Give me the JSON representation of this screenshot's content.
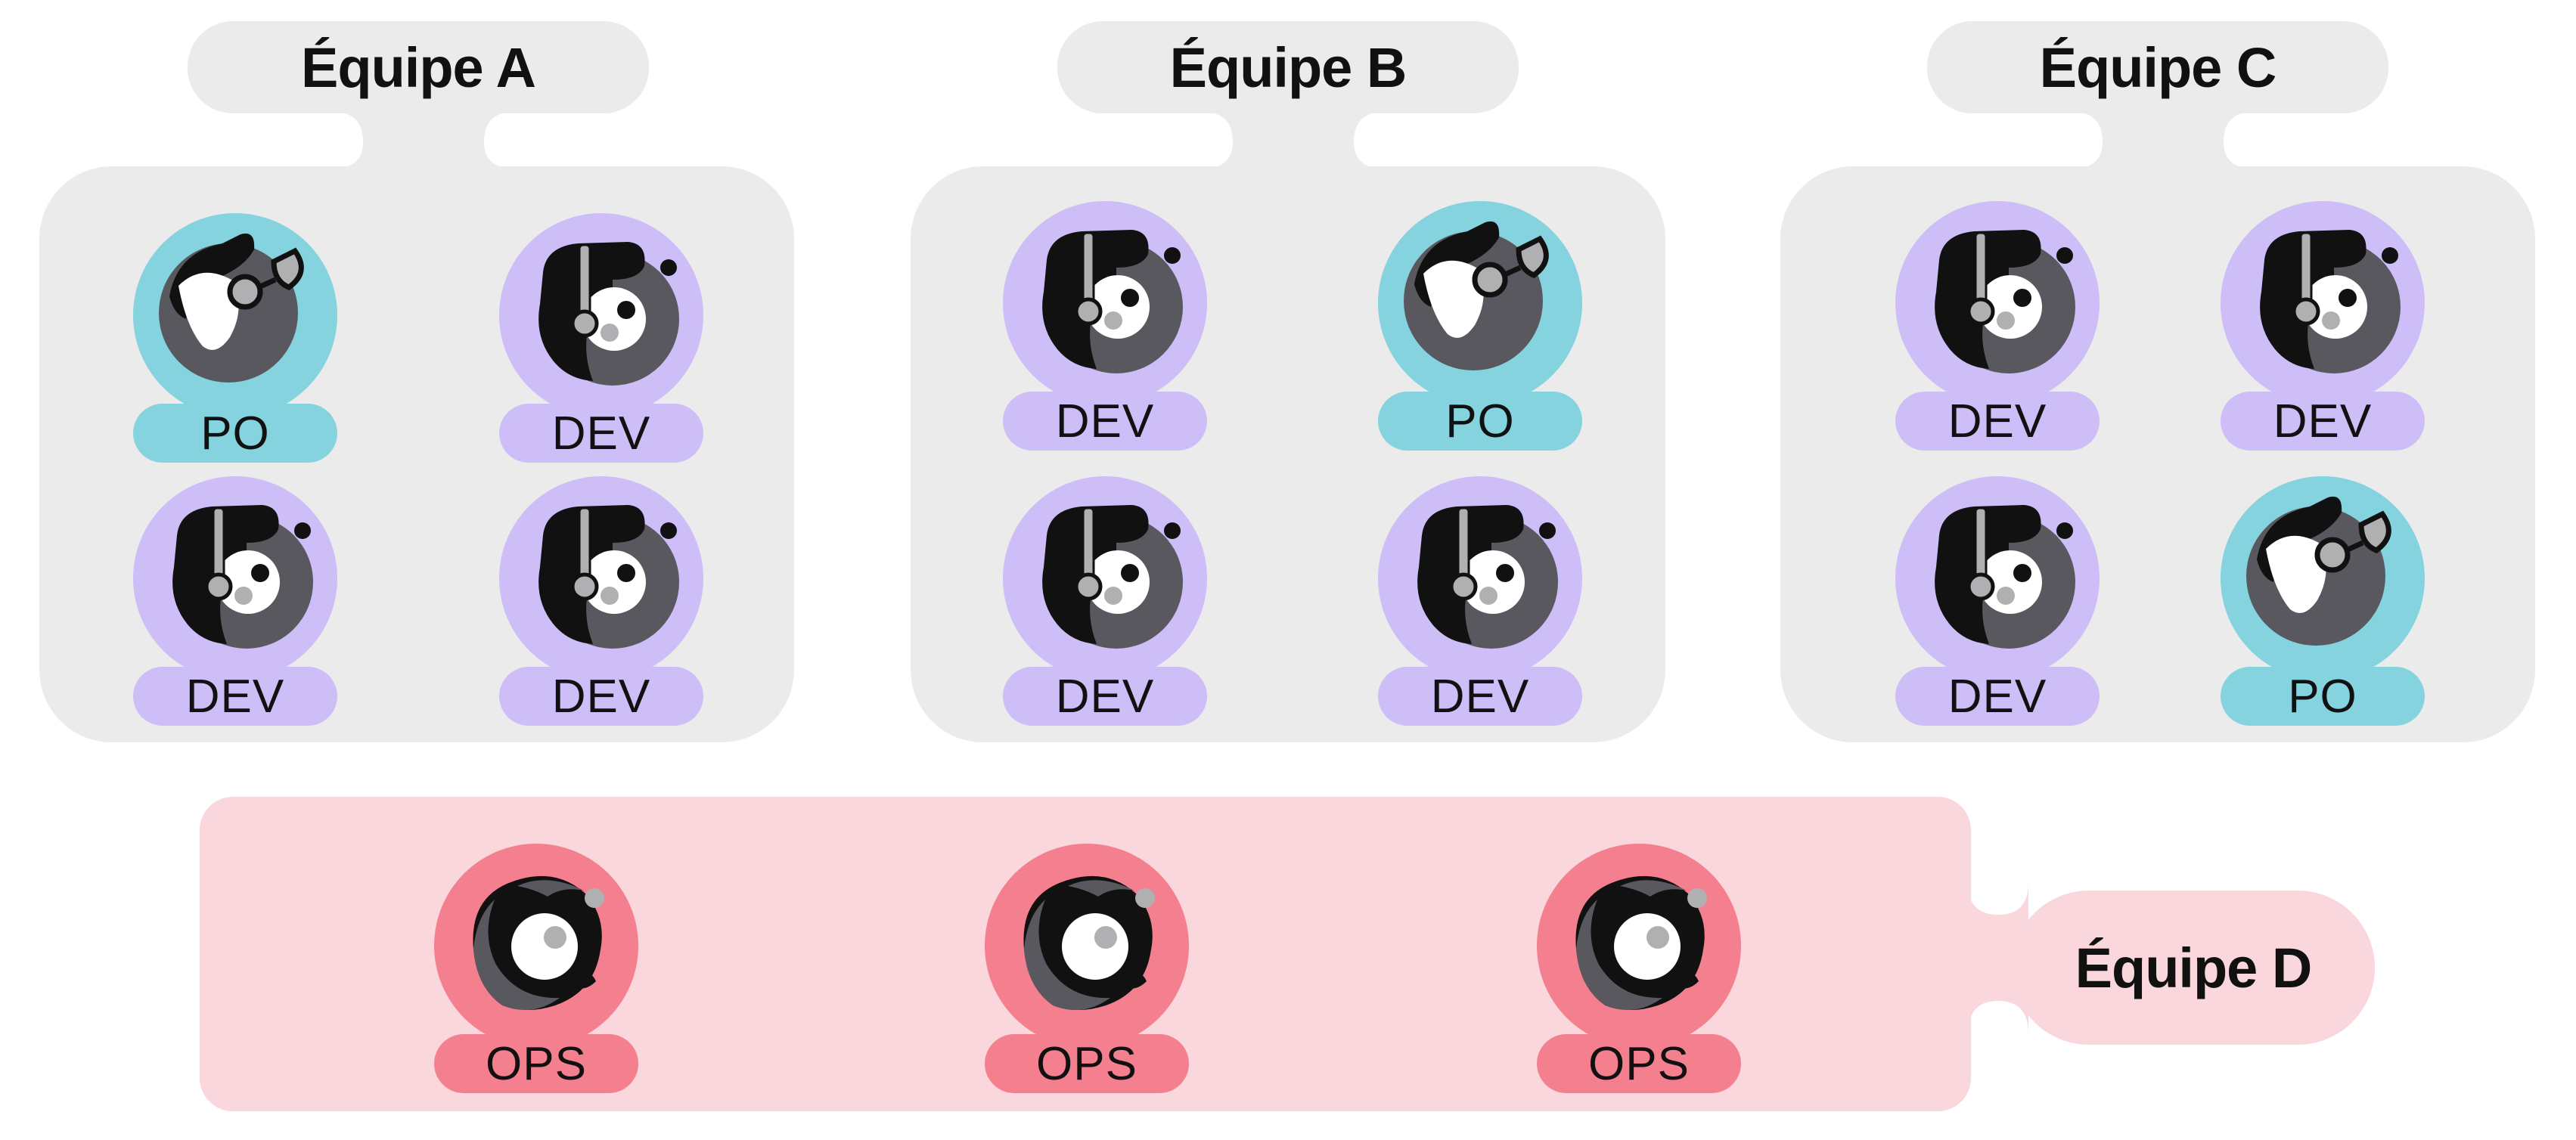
{
  "teams": [
    {
      "name": "Équipe A",
      "members": [
        {
          "role": "PO",
          "icon": "product-owner-avatar-icon"
        },
        {
          "role": "DEV",
          "icon": "developer-headset-avatar-icon"
        },
        {
          "role": "DEV",
          "icon": "developer-headset-avatar-icon"
        },
        {
          "role": "DEV",
          "icon": "developer-headset-avatar-icon"
        }
      ]
    },
    {
      "name": "Équipe B",
      "members": [
        {
          "role": "DEV",
          "icon": "developer-headset-avatar-icon"
        },
        {
          "role": "PO",
          "icon": "product-owner-avatar-icon"
        },
        {
          "role": "DEV",
          "icon": "developer-headset-avatar-icon"
        },
        {
          "role": "DEV",
          "icon": "developer-headset-avatar-icon"
        }
      ]
    },
    {
      "name": "Équipe C",
      "members": [
        {
          "role": "DEV",
          "icon": "developer-headset-avatar-icon"
        },
        {
          "role": "DEV",
          "icon": "developer-headset-avatar-icon"
        },
        {
          "role": "DEV",
          "icon": "developer-headset-avatar-icon"
        },
        {
          "role": "PO",
          "icon": "product-owner-avatar-icon"
        }
      ]
    },
    {
      "name": "Équipe D",
      "members": [
        {
          "role": "OPS",
          "icon": "ops-avatar-icon"
        },
        {
          "role": "OPS",
          "icon": "ops-avatar-icon"
        },
        {
          "role": "OPS",
          "icon": "ops-avatar-icon"
        }
      ]
    }
  ],
  "colors": {
    "team_panel": "#ebebeb",
    "ops_panel": "#fad6dd",
    "po": "#84d3df",
    "dev": "#cdbef7",
    "ops": "#f4808f",
    "avatar_dark": "#111111",
    "avatar_grey": "#58585e",
    "avatar_light": "#b0b0b3"
  }
}
